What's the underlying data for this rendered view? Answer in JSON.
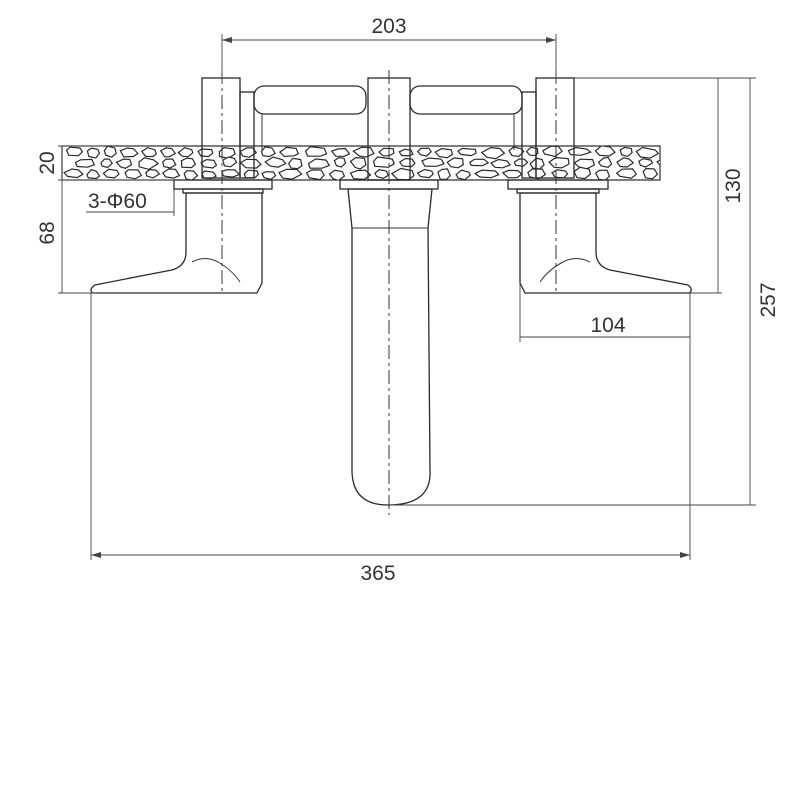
{
  "dimensions": {
    "top_width": "203",
    "deck_thickness": "20",
    "hole_diameter": "3-Φ60",
    "handle_height": "68",
    "right_height": "130",
    "total_height": "257",
    "handle_reach": "104",
    "overall_width": "365"
  }
}
